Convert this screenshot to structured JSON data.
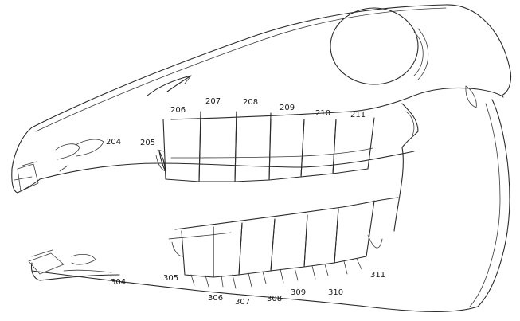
{
  "diagram": {
    "upper_teeth": [
      {
        "id": "204",
        "label": "204"
      },
      {
        "id": "205",
        "label": "205"
      },
      {
        "id": "206",
        "label": "206"
      },
      {
        "id": "207",
        "label": "207"
      },
      {
        "id": "208",
        "label": "208"
      },
      {
        "id": "209",
        "label": "209"
      },
      {
        "id": "210",
        "label": "210"
      },
      {
        "id": "211",
        "label": "211"
      }
    ],
    "lower_teeth": [
      {
        "id": "304",
        "label": "304"
      },
      {
        "id": "305",
        "label": "305"
      },
      {
        "id": "306",
        "label": "306"
      },
      {
        "id": "307",
        "label": "307"
      },
      {
        "id": "308",
        "label": "308"
      },
      {
        "id": "309",
        "label": "309"
      },
      {
        "id": "310",
        "label": "310"
      },
      {
        "id": "311",
        "label": "311"
      }
    ]
  }
}
